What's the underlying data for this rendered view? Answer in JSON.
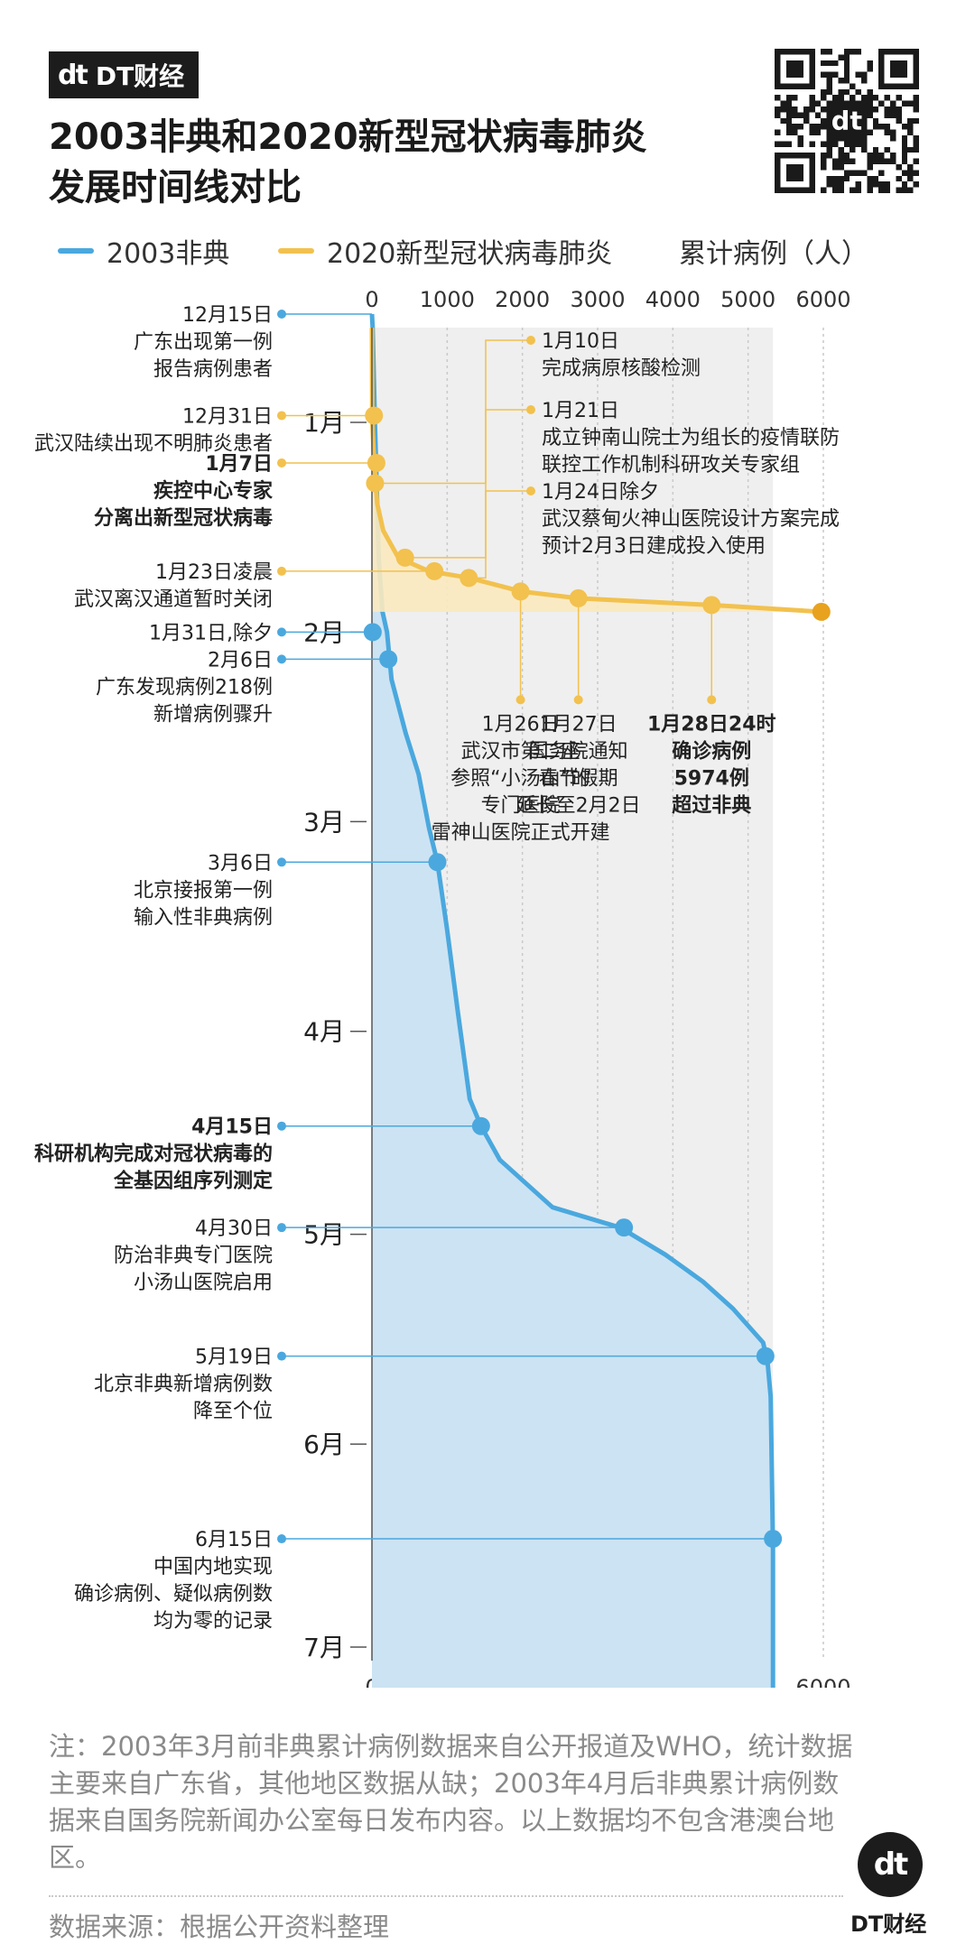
{
  "brand": {
    "mark": "dt",
    "name": "DT财经"
  },
  "title_lines": [
    "2003非典和2020新型冠状病毒肺炎",
    "发展时间线对比"
  ],
  "legend": {
    "sars_label": "2003非典",
    "covid_label": "2020新型冠状病毒肺炎",
    "y_unit": "累计病例（人）",
    "sars_color": "#4aa8de",
    "covid_color": "#f2c14e"
  },
  "colors": {
    "sars_line": "#4aa8de",
    "sars_fill": "#cce3f3",
    "covid_line": "#f2c14e",
    "covid_fill": "#fbe9bf",
    "covid_final": "#e8a21e",
    "panel": "#efefef"
  },
  "chart_data": {
    "type": "line",
    "y_unit": "累计病例（人）",
    "x_ticks": [
      0,
      1000,
      2000,
      3000,
      4000,
      5000,
      6000
    ],
    "x_tick_labels": [
      "0",
      "1000",
      "2000",
      "3000",
      "4000",
      "5000",
      "6000"
    ],
    "xlim": [
      0,
      6000
    ],
    "time_axis": {
      "range_days": [
        -14,
        183
      ],
      "month_labels": [
        {
          "label": "1月",
          "day": 0
        },
        {
          "label": "2月",
          "day": 31
        },
        {
          "label": "3月",
          "day": 59
        },
        {
          "label": "4月",
          "day": 90
        },
        {
          "label": "5月",
          "day": 120
        },
        {
          "label": "6月",
          "day": 151
        },
        {
          "label": "7月",
          "day": 181
        }
      ]
    },
    "series": [
      {
        "name": "2003非典",
        "points": [
          [
            -16,
            0
          ],
          [
            -14,
            10
          ],
          [
            0,
            40
          ],
          [
            20,
            90
          ],
          [
            28,
            140
          ],
          [
            31,
            200
          ],
          [
            38,
            260
          ],
          [
            46,
            450
          ],
          [
            52,
            620
          ],
          [
            60,
            760
          ],
          [
            65,
            870
          ],
          [
            75,
            1000
          ],
          [
            87,
            1140
          ],
          [
            100,
            1300
          ],
          [
            104,
            1450
          ],
          [
            109,
            1700
          ],
          [
            116,
            2400
          ],
          [
            119,
            3300
          ],
          [
            123,
            3900
          ],
          [
            127,
            4400
          ],
          [
            131,
            4800
          ],
          [
            136,
            5200
          ],
          [
            139,
            5260
          ],
          [
            144,
            5300
          ],
          [
            166,
            5330
          ],
          [
            187,
            5330
          ]
        ]
      },
      {
        "name": "2020新型冠状病毒肺炎",
        "points": [
          [
            -14,
            0
          ],
          [
            0,
            5
          ],
          [
            6,
            30
          ],
          [
            12,
            70
          ],
          [
            16,
            150
          ],
          [
            20,
            350
          ],
          [
            22,
            760
          ],
          [
            23,
            1300
          ],
          [
            25,
            1990
          ],
          [
            26,
            2740
          ],
          [
            27,
            4515
          ],
          [
            28,
            5974
          ]
        ]
      }
    ],
    "markers_sars": [
      {
        "date": "12月15日",
        "text": [
          "广东出现第一例",
          "报告病例患者"
        ],
        "bold": false,
        "day": -16,
        "y": 0,
        "dot": false
      },
      {
        "date": "1月31日,除夕",
        "text": [],
        "bold": false,
        "day": 31,
        "y": 10,
        "dot": true
      },
      {
        "date": "2月6日",
        "text": [
          "广东发现病例218例",
          "新增病例骤升"
        ],
        "bold": false,
        "day": 35,
        "y": 218,
        "dot": true
      },
      {
        "date": "3月6日",
        "text": [
          "北京接报第一例",
          "输入性非典病例"
        ],
        "bold": false,
        "day": 65,
        "y": 870,
        "dot": true
      },
      {
        "date": "4月15日",
        "text": [
          "科研机构完成对冠状病毒的",
          "全基因组序列测定"
        ],
        "bold": true,
        "day": 104,
        "y": 1450,
        "dot": true
      },
      {
        "date": "4月30日",
        "text": [
          "防治非典专门医院",
          "小汤山医院启用"
        ],
        "bold": false,
        "day": 119,
        "y": 3350,
        "dot": true
      },
      {
        "date": "5月19日",
        "text": [
          "北京非典新增病例数",
          "降至个位"
        ],
        "bold": false,
        "day": 138,
        "y": 5230,
        "dot": true
      },
      {
        "date": "6月15日",
        "text": [
          "中国内地实现",
          "确诊病例、疑似病例数",
          "均为零的记录"
        ],
        "bold": false,
        "day": 165,
        "y": 5330,
        "dot": true
      }
    ],
    "markers_covid_left": [
      {
        "date": "12月31日",
        "text": [
          "武汉陆续出现不明肺炎患者"
        ],
        "bold": false,
        "day": -1,
        "y": 27,
        "dot": true
      },
      {
        "date": "1月7日",
        "text": [
          "疾控中心专家",
          "分离出新型冠状病毒"
        ],
        "bold": true,
        "day": 6,
        "y": 59,
        "dot": true
      },
      {
        "date": "1月23日凌晨",
        "text": [
          "武汉离汉通道暂时关闭"
        ],
        "bold": false,
        "day": 22,
        "y": 830,
        "dot": true
      }
    ],
    "markers_covid_right": [
      {
        "date": "1月10日",
        "text": [
          "完成病原核酸检测"
        ],
        "day": 9,
        "y": 41
      },
      {
        "date": "1月21日",
        "text": [
          "成立钟南山院士为组长的疫情联防",
          "联控工作机制科研攻关专家组"
        ],
        "day": 20,
        "y": 440
      },
      {
        "date": "1月24日除夕",
        "text": [
          "武汉蔡甸火神山医院设计方案完成",
          "预计2月3日建成投入使用"
        ],
        "day": 23,
        "y": 1287
      }
    ],
    "markers_covid_below": [
      {
        "date": "1月26日",
        "text": [
          "武汉市第二座",
          "参照“小汤山”的",
          "专门医院",
          "雷神山医院正式开建"
        ],
        "bold": false,
        "day": 25,
        "y": 1975
      },
      {
        "date": "1月27日",
        "text": [
          "国务院通知",
          "春节假期",
          "延长至2月2日"
        ],
        "bold": false,
        "day": 26,
        "y": 2744
      },
      {
        "date": "1月28日24时",
        "text": [
          "确诊病例",
          "5974例",
          "超过非典"
        ],
        "bold": true,
        "day": 27,
        "y": 4515
      },
      {
        "day": 28,
        "y": 5974
      }
    ]
  },
  "note": "注：2003年3月前非典累计病例数据来自公开报道及WHO，统计数据主要来自广东省，其他地区数据从缺；2003年4月后非典累计病例数据来自国务院新闻办公室每日发布内容。以上数据均不包含港澳台地区。",
  "source": "数据来源：根据公开资料整理",
  "logo": {
    "mark": "dt",
    "label": "DT财经"
  }
}
